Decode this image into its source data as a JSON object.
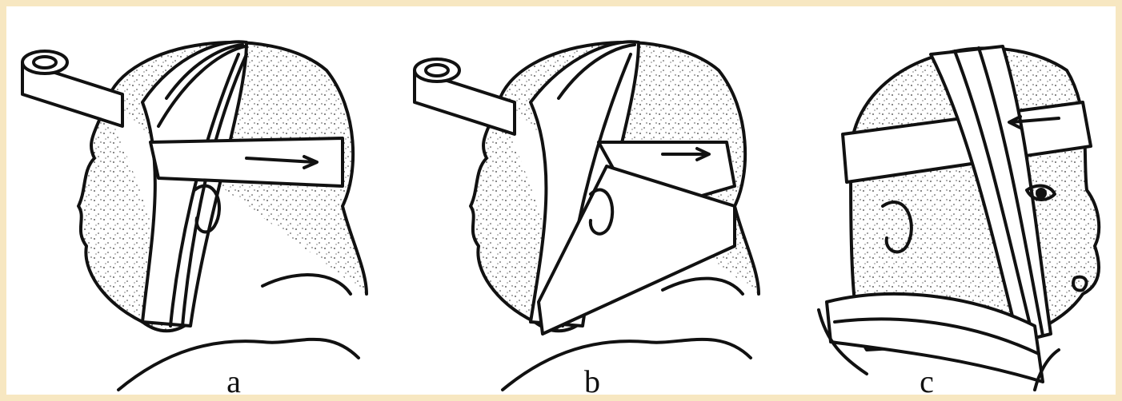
{
  "panels": [
    {
      "label": "a"
    },
    {
      "label": "b"
    },
    {
      "label": "c"
    }
  ],
  "colors": {
    "frame": "#f7e7c1",
    "background": "#ffffff",
    "ink": "#111111"
  }
}
